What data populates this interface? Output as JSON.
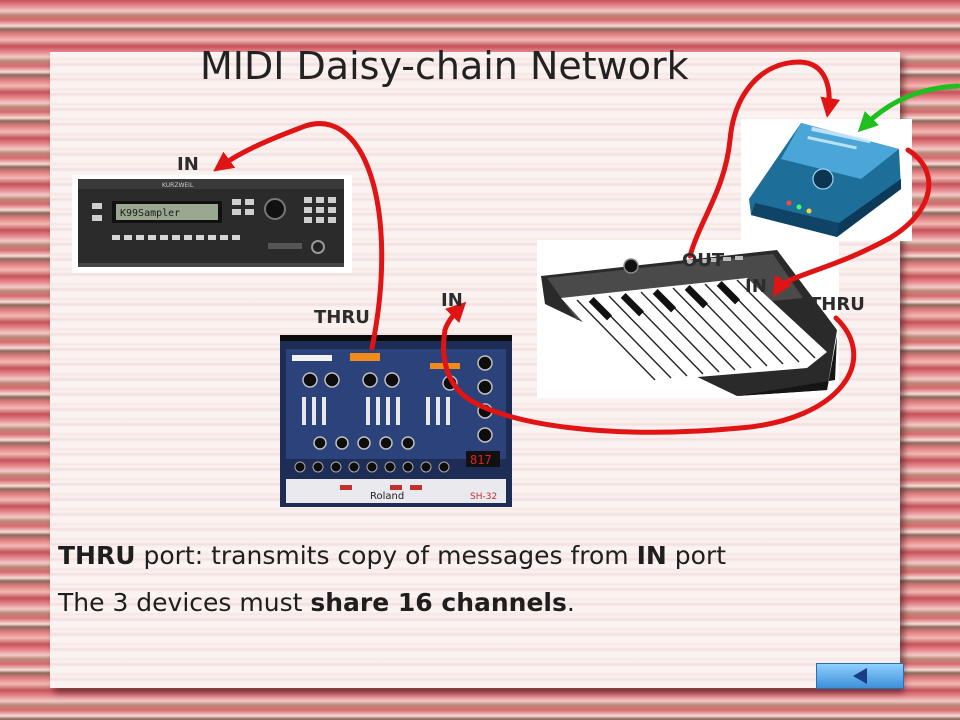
{
  "title": "MIDI Daisy-chain Network",
  "labels": {
    "sampler_in": "IN",
    "synth_thru": "THRU",
    "synth_in": "IN",
    "keyboard_out": "OUT",
    "keyboard_in": "IN",
    "keyboard_thru": "THRU"
  },
  "caption": {
    "line1": {
      "bold1": "THRU",
      "text1": " port: transmits copy of messages from ",
      "bold2": "IN",
      "text2": " port"
    },
    "line2": {
      "text1": "The 3 devices must ",
      "bold1": "share 16 channels",
      "text2": "."
    }
  },
  "devices": {
    "sampler_brand": "KURZWEIL",
    "sampler_display": "K99Sampler",
    "synth_brand": "Roland",
    "synth_model": "SH-32"
  },
  "colors": {
    "cable": "#e01414",
    "computer_link": "#1fbf1f",
    "interface_body": "#1e6e9a"
  },
  "navigation": {
    "back_icon": "left-triangle-icon"
  }
}
